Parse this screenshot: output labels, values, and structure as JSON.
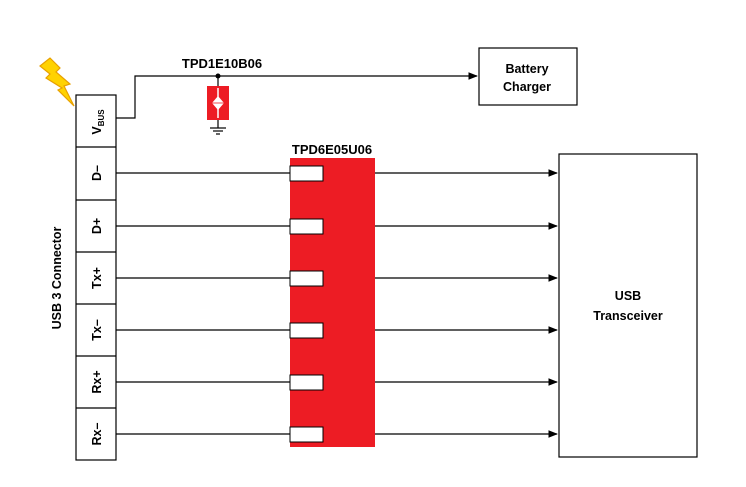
{
  "connector": {
    "title": "USB 3 Connector",
    "vbus": "V",
    "vbus_sub": "BUS",
    "pins": [
      "D–",
      "D+",
      "Tx+",
      "Tx–",
      "Rx+",
      "Rx–"
    ]
  },
  "tvs_single": {
    "label": "TPD1E10B06"
  },
  "tvs_array": {
    "label": "TPD6E05U06"
  },
  "charger": {
    "line1": "Battery",
    "line2": "Charger"
  },
  "transceiver": {
    "line1": "USB",
    "line2": "Transceiver"
  },
  "colors": {
    "tvs_red": "#ed1c24",
    "bolt_yellow": "#ffd200",
    "bolt_outline": "#e8a000"
  }
}
